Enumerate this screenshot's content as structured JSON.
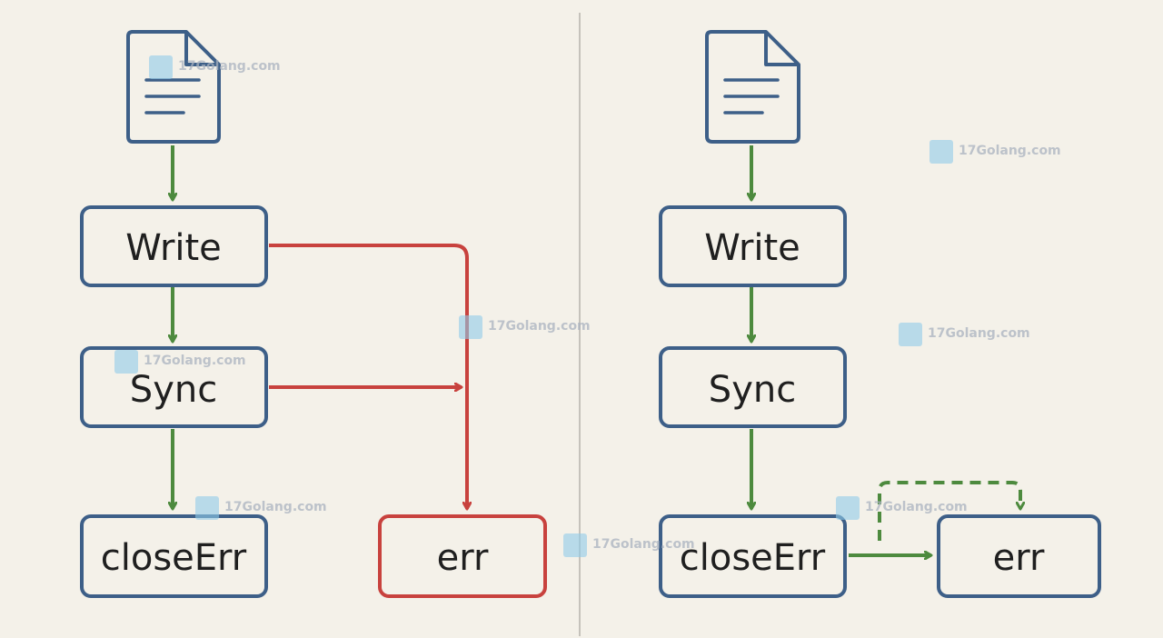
{
  "colors": {
    "background": "#f4f1e9",
    "box_stroke": "#3d5f88",
    "error_stroke": "#c8423e",
    "flow_arrow": "#4d8a3e",
    "error_arrow": "#c8423e",
    "divider": "#c5c2bb",
    "watermark_icon": "#8fcbea"
  },
  "left_panel": {
    "nodes": {
      "write": "Write",
      "sync": "Sync",
      "close_err": "closeErr",
      "err": "err"
    }
  },
  "right_panel": {
    "nodes": {
      "write": "Write",
      "sync": "Sync",
      "close_err": "closeErr",
      "err": "err"
    }
  },
  "watermark": {
    "text": "17Golang.com",
    "icons": [
      "document-icon",
      "watermark-logo-icon"
    ]
  }
}
